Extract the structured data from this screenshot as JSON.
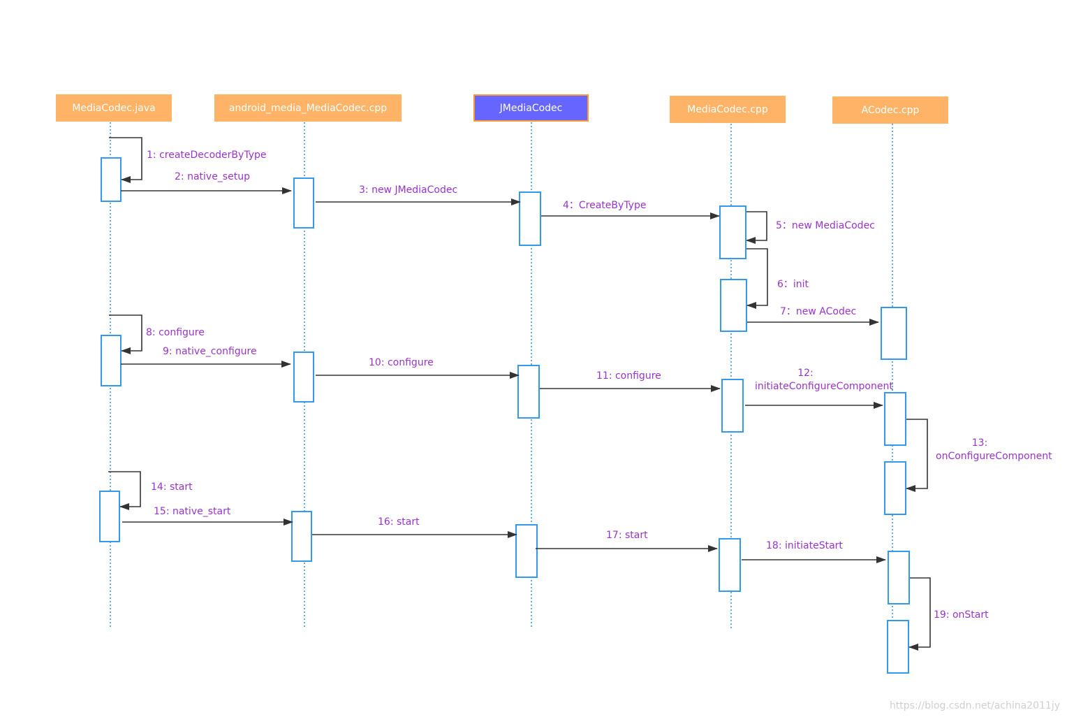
{
  "participants": [
    {
      "id": "mediacodec-java",
      "label": "MediaCodec.java"
    },
    {
      "id": "android-media-mediacodec-cpp",
      "label": "android_media_MediaCodec.cpp"
    },
    {
      "id": "jmediacodec",
      "label": "JMediaCodec"
    },
    {
      "id": "mediacodec-cpp",
      "label": "MediaCodec.cpp"
    },
    {
      "id": "acodec-cpp",
      "label": "ACodec.cpp"
    }
  ],
  "messages": [
    {
      "n": 1,
      "label": "1: createDecoderByType"
    },
    {
      "n": 2,
      "label": "2: native_setup"
    },
    {
      "n": 3,
      "label": "3:  new JMediaCodec"
    },
    {
      "n": 4,
      "label": "4：CreateByType"
    },
    {
      "n": 5,
      "label": "5：new MediaCodec"
    },
    {
      "n": 6,
      "label": "6：init"
    },
    {
      "n": 7,
      "label": "7：new ACodec"
    },
    {
      "n": 8,
      "label": "8: configure"
    },
    {
      "n": 9,
      "label": "9: native_configure"
    },
    {
      "n": 10,
      "label": "10: configure"
    },
    {
      "n": 11,
      "label": "11: configure"
    },
    {
      "n": 12,
      "label": "12: initiateConfigureComponent"
    },
    {
      "n": 13,
      "label": "13: onConfigureComponent"
    },
    {
      "n": 14,
      "label": "14: start"
    },
    {
      "n": 15,
      "label": "15: native_start"
    },
    {
      "n": 16,
      "label": "16: start"
    },
    {
      "n": 17,
      "label": "17: start"
    },
    {
      "n": 18,
      "label": "18: initiateStart"
    },
    {
      "n": 19,
      "label": "19: onStart"
    }
  ],
  "watermark": "https://blog.csdn.net/achina2011jy",
  "colors": {
    "header": "#ffb366",
    "header_highlight": "#6666ff",
    "header_highlight_border": "#ff9933",
    "lifeline": "#3399dd",
    "activation": "#3399ee",
    "arrow": "#333333",
    "message_text": "#9933cc"
  }
}
